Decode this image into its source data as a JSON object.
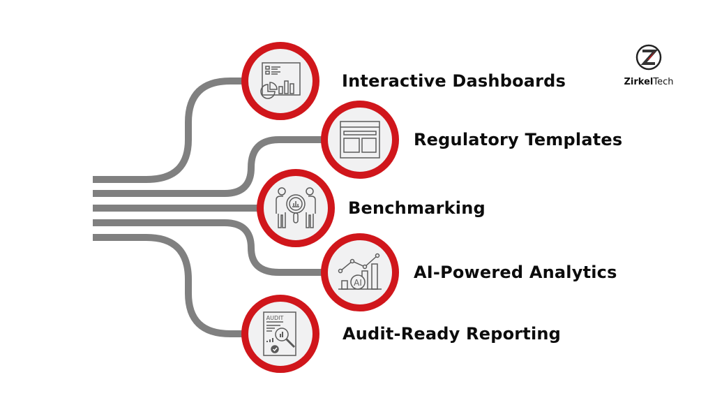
{
  "logo": {
    "brand_bold": "Zirkel",
    "brand_light": "Tech"
  },
  "items": [
    {
      "label": "Interactive Dashboards",
      "icon": "dashboard-icon"
    },
    {
      "label": "Regulatory Templates",
      "icon": "template-icon"
    },
    {
      "label": "Benchmarking",
      "icon": "benchmarking-icon"
    },
    {
      "label": "AI-Powered Analytics",
      "icon": "ai-analytics-icon"
    },
    {
      "label": "Audit-Ready Reporting",
      "icon": "audit-report-icon"
    }
  ],
  "colors": {
    "accent": "#d0161b",
    "line": "#808080",
    "icon": "#5a5a5a",
    "node_bg": "#f1f1f2"
  }
}
